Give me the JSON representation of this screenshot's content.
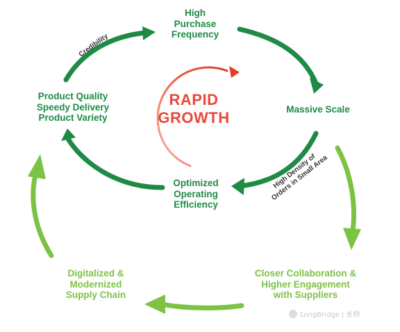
{
  "diagram": {
    "center": {
      "lines": [
        "RAPID",
        "GROWTH"
      ]
    },
    "inner_cycle": [
      {
        "id": "high-purchase-frequency",
        "lines": [
          "High",
          "Purchase",
          "Frequency"
        ]
      },
      {
        "id": "massive-scale",
        "lines": [
          "Massive Scale"
        ]
      },
      {
        "id": "optimized-operating-efficiency",
        "lines": [
          "Optimized",
          "Operating",
          "Efficiency"
        ]
      },
      {
        "id": "product-quality",
        "lines": [
          "Product Quality",
          "Speedy Delivery",
          "Product Variety"
        ]
      }
    ],
    "outer_cycle": [
      {
        "id": "closer-collaboration",
        "lines": [
          "Closer Collaboration &",
          "Higher Engagement",
          "with Suppliers"
        ]
      },
      {
        "id": "digitalized-supply-chain",
        "lines": [
          "Digitalized &",
          "Modernized",
          "Supply Chain"
        ]
      }
    ],
    "edge_labels": {
      "credibility": "Credibility",
      "high_density": [
        "High Density of",
        "Orders in Small Area"
      ]
    },
    "colors": {
      "dark_green": "#1e8a45",
      "light_green": "#7cc243",
      "red": "#e9473a",
      "text_gray": "#333333"
    }
  },
  "watermark": {
    "text": "LongBridge | 长桥",
    "icon": "longbridge-logo-icon"
  }
}
